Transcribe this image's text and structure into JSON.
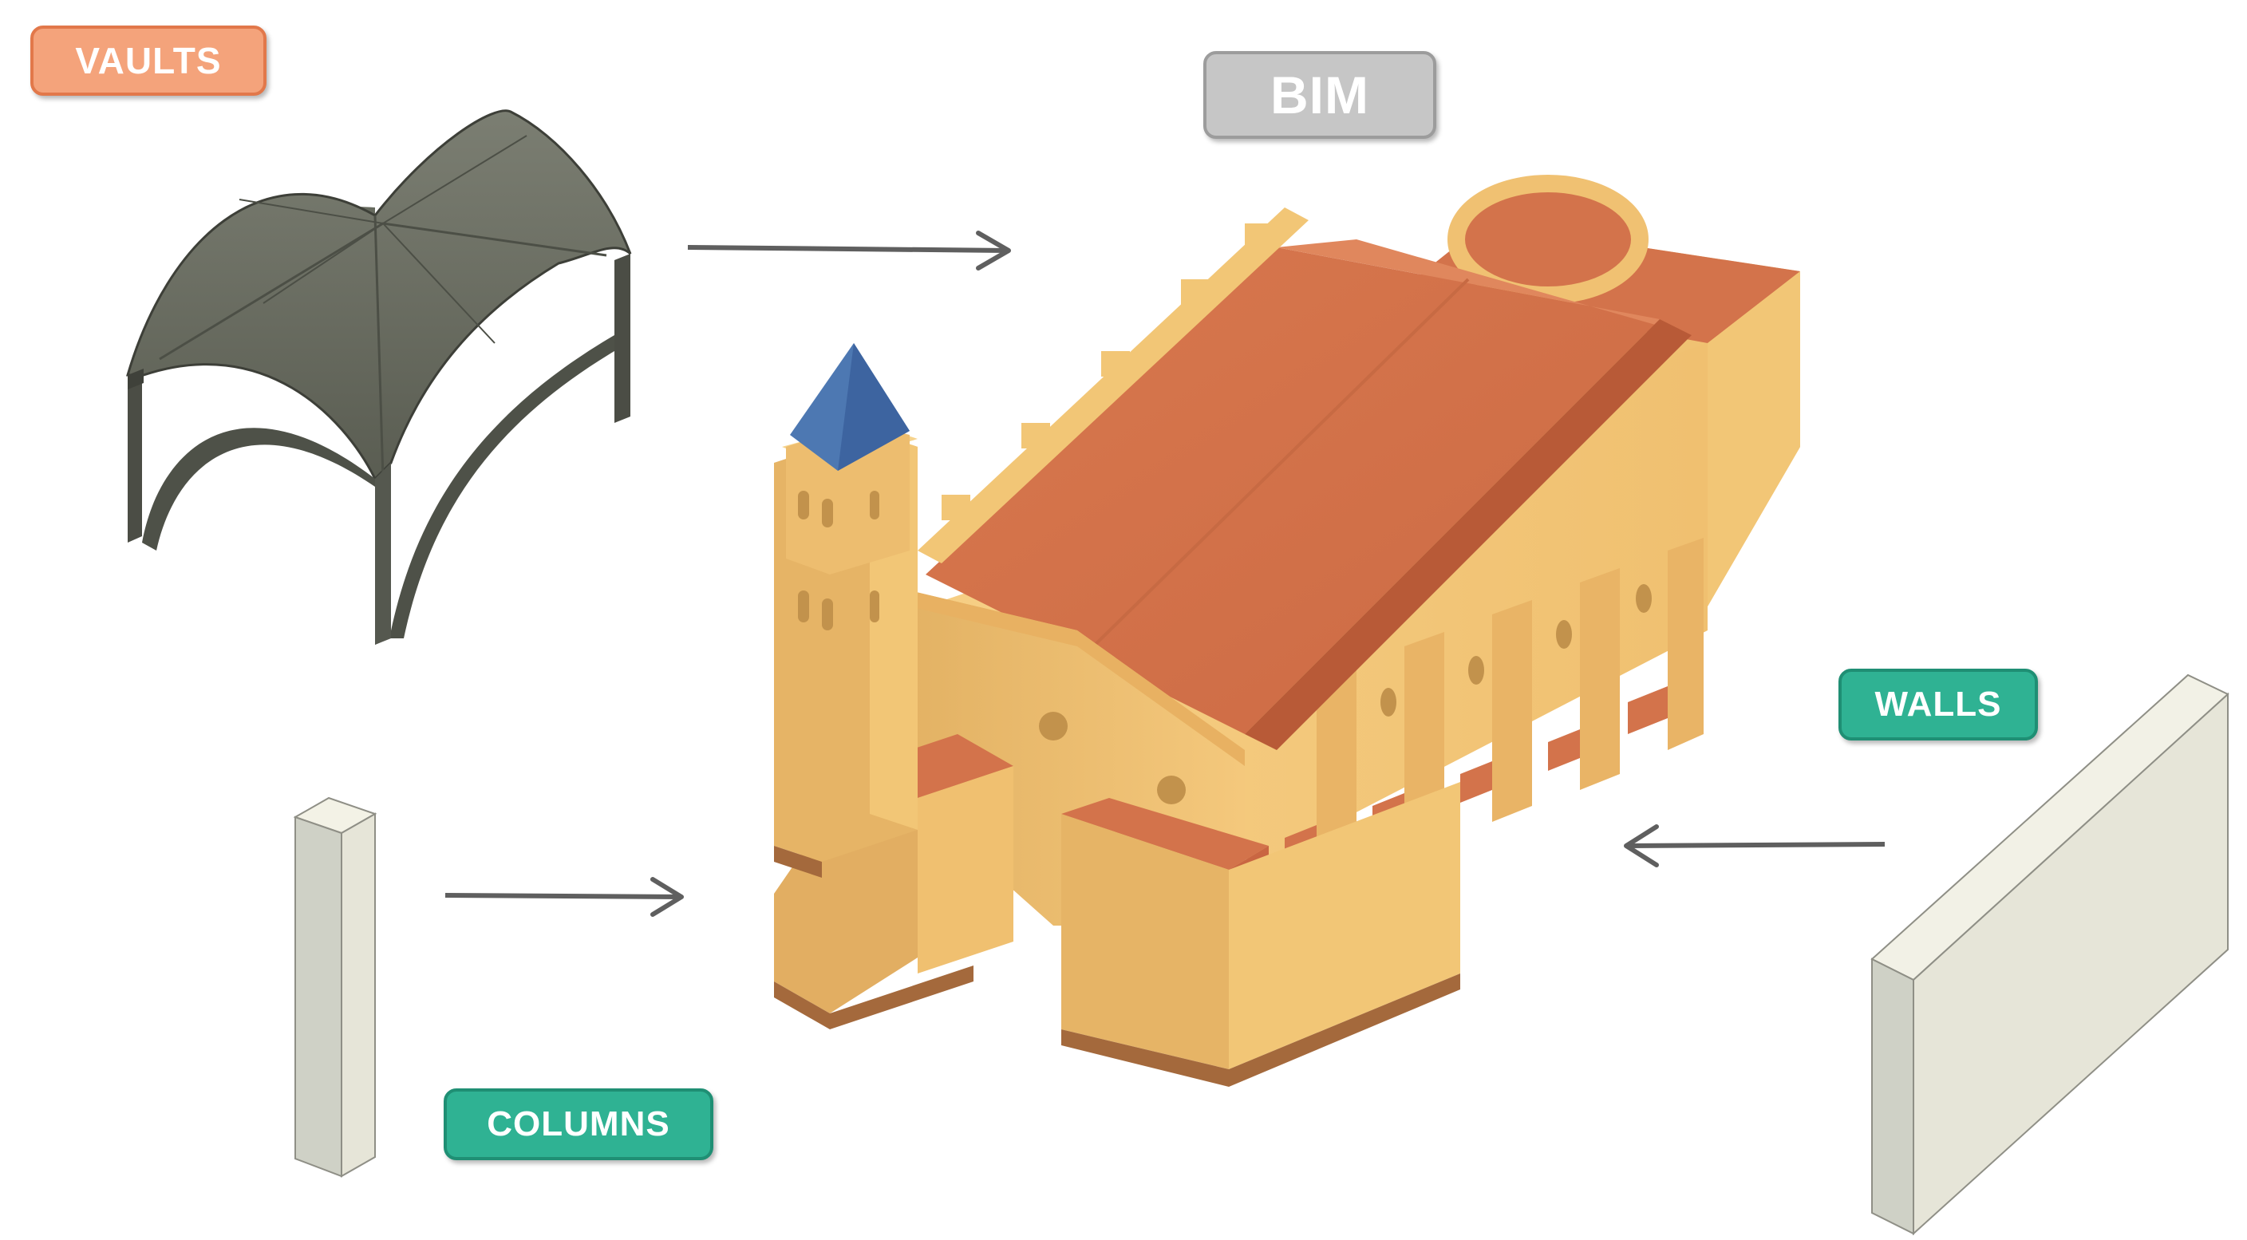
{
  "labels": {
    "vaults": "VAULTS",
    "bim": "BIM",
    "walls": "WALLS",
    "columns": "COLUMNS"
  },
  "colors": {
    "vaults_tag": "#f4a37b",
    "bim_tag": "#c6c6c6",
    "components_tag": "#2fb293",
    "arrow": "#5f5f5f",
    "vault_model": "#6b6e62",
    "church_wall": "#f0c276",
    "church_roof": "#d2714a",
    "tower_spire": "#4d78b2",
    "column_wall_model": "#e9e8dc"
  },
  "icons": {
    "vault": "groin-vault-model",
    "church": "church-bim-model",
    "column": "column-block-model",
    "wall": "wall-slab-model"
  }
}
